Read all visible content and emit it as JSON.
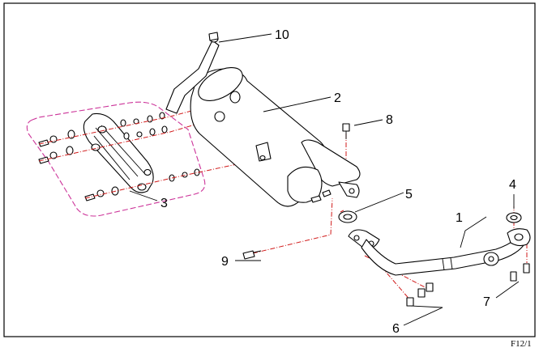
{
  "figure_code": "F12/1",
  "callouts": {
    "c1": "1",
    "c2": "2",
    "c3": "3",
    "c4": "4",
    "c5": "5",
    "c6": "6",
    "c7": "7",
    "c8": "8",
    "c9": "9",
    "c10": "10"
  },
  "colors": {
    "assembly_line": "#d11a1a",
    "group_outline": "#cc3399",
    "ink": "#000000"
  }
}
